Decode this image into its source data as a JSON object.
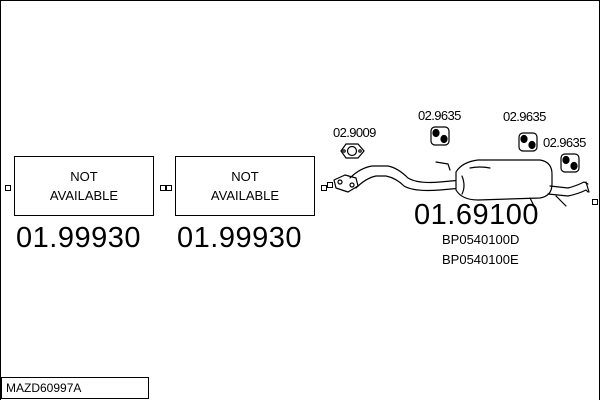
{
  "diagram": {
    "placeholders": [
      {
        "line1": "NOT",
        "line2": "AVAILABLE",
        "part_number": "01.99930"
      },
      {
        "line1": "NOT",
        "line2": "AVAILABLE",
        "part_number": "01.99930"
      }
    ],
    "main_part": {
      "part_number": "01.69100",
      "oem_numbers": [
        "BP0540100D",
        "BP0540100E"
      ]
    },
    "fittings": [
      {
        "label": "02.9009",
        "icon": "gasket-icon"
      },
      {
        "label": "02.9635",
        "icon": "rubber-hanger-icon"
      },
      {
        "label": "02.9635",
        "icon": "rubber-hanger-icon"
      },
      {
        "label": "02.9635",
        "icon": "rubber-hanger-icon"
      }
    ],
    "assembly_code": "MAZD60997A"
  }
}
